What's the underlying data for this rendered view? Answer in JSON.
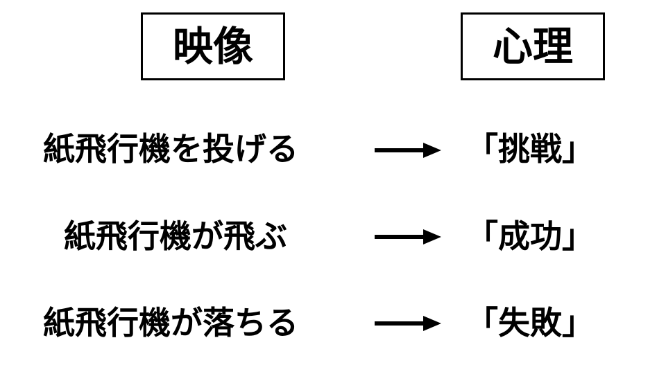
{
  "headers": {
    "left": "映像",
    "right": "心理"
  },
  "rows": [
    {
      "image": "紙飛行機を投げる",
      "psychology": "「挑戦」"
    },
    {
      "image": "紙飛行機が飛ぶ",
      "psychology": "「成功」"
    },
    {
      "image": "紙飛行機が落ちる",
      "psychology": "「失敗」"
    }
  ],
  "arrow_icon": "right-arrow-icon"
}
